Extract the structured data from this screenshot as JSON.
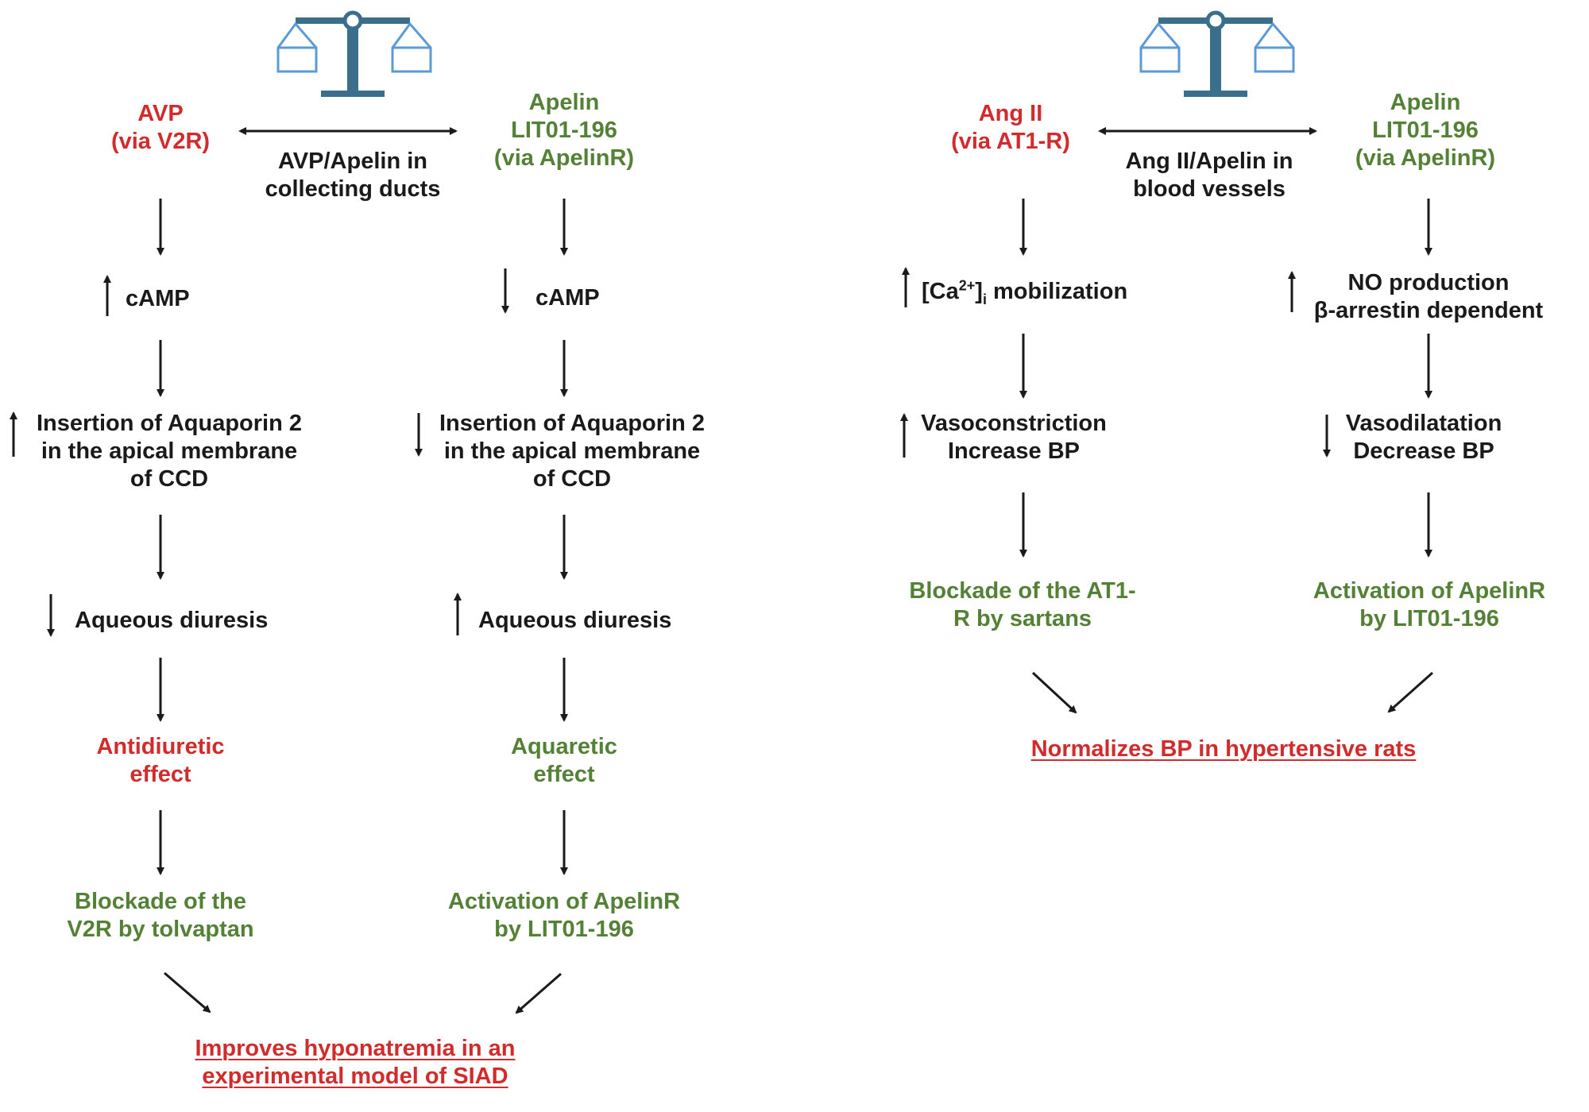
{
  "colors": {
    "red": "#d22b2b",
    "green": "#538135",
    "dark": "#1a1a1a",
    "scale": "#3b6e8a",
    "scale_pan": "#5b9bd5"
  },
  "icons": [
    "balance-scale-icon",
    "balance-scale-icon",
    "double-arrow-icon",
    "down-arrow-icon",
    "up-arrow-icon",
    "diagonal-arrow-icon"
  ],
  "left_panel": {
    "center_title": [
      "AVP/Apelin in",
      "collecting ducts"
    ],
    "avp": {
      "header": [
        "AVP",
        "(via V2R)"
      ],
      "camp": "cAMP",
      "aqp2": [
        "Insertion of Aquaporin 2",
        "in the apical membrane",
        "of CCD"
      ],
      "diuresis": "Aqueous diuresis",
      "effect": [
        "Antidiuretic",
        "effect"
      ],
      "blockade": [
        "Blockade of the",
        "V2R by tolvaptan"
      ]
    },
    "apelin": {
      "header": [
        "Apelin",
        "LIT01-196",
        "(via ApelinR)"
      ],
      "camp": "cAMP",
      "aqp2": [
        "Insertion of Aquaporin 2",
        "in the apical membrane",
        "of CCD"
      ],
      "diuresis": "Aqueous diuresis",
      "effect": [
        "Aquaretic",
        "effect"
      ],
      "activation": [
        "Activation of ApelinR",
        "by LIT01-196"
      ]
    },
    "outcome": [
      "Improves hyponatremia in an",
      "experimental model of SIAD"
    ]
  },
  "right_panel": {
    "center_title": [
      "Ang II/Apelin in",
      "blood vessels"
    ],
    "ang": {
      "header": [
        "Ang II",
        "(via AT1-R)"
      ],
      "ca_prefix": "[Ca",
      "ca_sup": "2+",
      "ca_close": "]",
      "ca_sub": "i",
      "ca_suffix": " mobilization",
      "vaso": [
        "Vasoconstriction",
        "Increase BP"
      ],
      "blockade": [
        "Blockade of the AT1-",
        "R by sartans"
      ]
    },
    "apelin": {
      "header": [
        "Apelin",
        "LIT01-196",
        "(via ApelinR)"
      ],
      "no": [
        "NO production",
        "β-arrestin dependent"
      ],
      "vaso": [
        "Vasodilatation",
        "Decrease BP"
      ],
      "activation": [
        "Activation of ApelinR",
        "by LIT01-196"
      ]
    },
    "outcome": "Normalizes BP in hypertensive rats"
  }
}
